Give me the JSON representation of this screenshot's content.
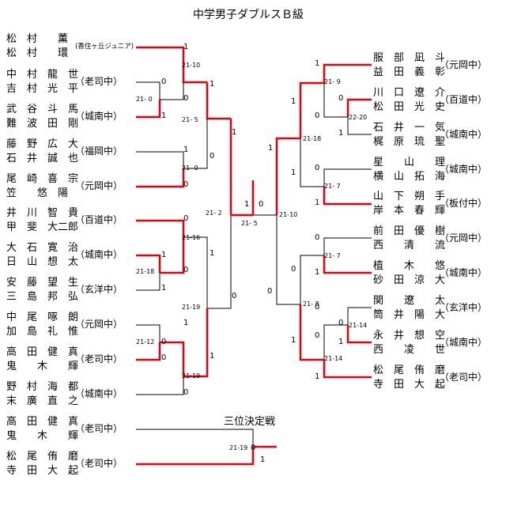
{
  "title": "中学男子ダブルスＢ級",
  "left_pairs": [
    {
      "p1": "松　村　　薫",
      "p2": "松　村　　環",
      "team": "(香住ヶ丘ジュニア)"
    },
    {
      "p1": "中　村　龍　世",
      "p2": "吉　村　光　平",
      "team": "（老司中）"
    },
    {
      "p1": "武　谷　斗　馬",
      "p2": "難　波　田　剛",
      "team": "（城南中）"
    },
    {
      "p1": "藤　野　広　大",
      "p2": "石　井　誠　也",
      "team": "（福岡中）"
    },
    {
      "p1": "尾　崎　喜　宗",
      "p2": "笠　　悠　陽",
      "team": "（元岡中）"
    },
    {
      "p1": "井　川　智　貴",
      "p2": "甲　斐　大二郎",
      "team": "（百道中）"
    },
    {
      "p1": "大　石　寛　治",
      "p2": "日　山　想　太",
      "team": "（城南中）"
    },
    {
      "p1": "安　藤　望　生",
      "p2": "三　島　邦　弘",
      "team": "（玄洋中）"
    },
    {
      "p1": "中　尾　啄　朗",
      "p2": "加　島　礼　惟",
      "team": "（元岡中）"
    },
    {
      "p1": "高　田　健　真",
      "p2": "鬼　　木　　輝",
      "team": "（老司中）"
    },
    {
      "p1": "野　村　海　都",
      "p2": "末　廣　直　之",
      "team": "（城南中）"
    }
  ],
  "right_pairs": [
    {
      "p1": "服　部　凪　斗",
      "p2": "益　田　義　彰",
      "team": "（元岡中）"
    },
    {
      "p1": "川　口　遼　介",
      "p2": "松　田　光　史",
      "team": "（百道中）"
    },
    {
      "p1": "石　井　一　気",
      "p2": "梶　原　琉　聖",
      "team": "（城南中）"
    },
    {
      "p1": "星　　山　　理",
      "p2": "横　山　拓　海",
      "team": "（城南中）"
    },
    {
      "p1": "山　下　朔　手",
      "p2": "岸　本　春　輝",
      "team": "（板付中）"
    },
    {
      "p1": "前　田　優　樹",
      "p2": "西　　清　　流",
      "team": "（元岡中）"
    },
    {
      "p1": "植　　木　　悠",
      "p2": "砂　田　涼　大",
      "team": "（城南中）"
    },
    {
      "p1": "関　　遼　　太",
      "p2": "筒　井　陽　大",
      "team": "（玄洋中）"
    },
    {
      "p1": "永　井　想　空",
      "p2": "西　　凌　　世",
      "team": "（城南中）"
    },
    {
      "p1": "松　尾　侑　磨",
      "p2": "寺　田　大　起",
      "team": "（老司中）"
    }
  ],
  "third_place": {
    "label": "三位決定戦",
    "pairs": [
      {
        "p1": "高　田　健　真",
        "p2": "鬼　　木　　輝",
        "team": "（老司中）"
      },
      {
        "p1": "松　尾　侑　磨",
        "p2": "寺　田　大　起",
        "team": "（老司中）"
      }
    ],
    "game_score": "21-19",
    "scores": [
      "0",
      "1"
    ]
  },
  "game_scores": [
    "21-10",
    "21- 0",
    "21- 5",
    "21- 0",
    "21-16",
    "21-18",
    "21-19",
    "21-12",
    "21-19",
    "21- 2",
    "21- 9",
    "22-20",
    "21-18",
    "21- 7",
    "21- 7",
    "21- 8",
    "21-14",
    "21-14",
    "21-10",
    "21- 5"
  ],
  "set_scores": [
    "1",
    "1",
    "0",
    "0",
    "1",
    "1",
    "0",
    "1",
    "0",
    "0",
    "1",
    "1",
    "0",
    "1",
    "0",
    "1",
    "0",
    "0",
    "0",
    "1",
    "1",
    "0",
    "1",
    "0",
    "1",
    "1",
    "0",
    "0",
    "1",
    "1",
    "0",
    "1",
    "0",
    "0",
    "1",
    "1",
    "0",
    "0",
    "1",
    "1",
    "0"
  ],
  "colors": {
    "winner": "#e8000b",
    "loser": "#000000"
  }
}
